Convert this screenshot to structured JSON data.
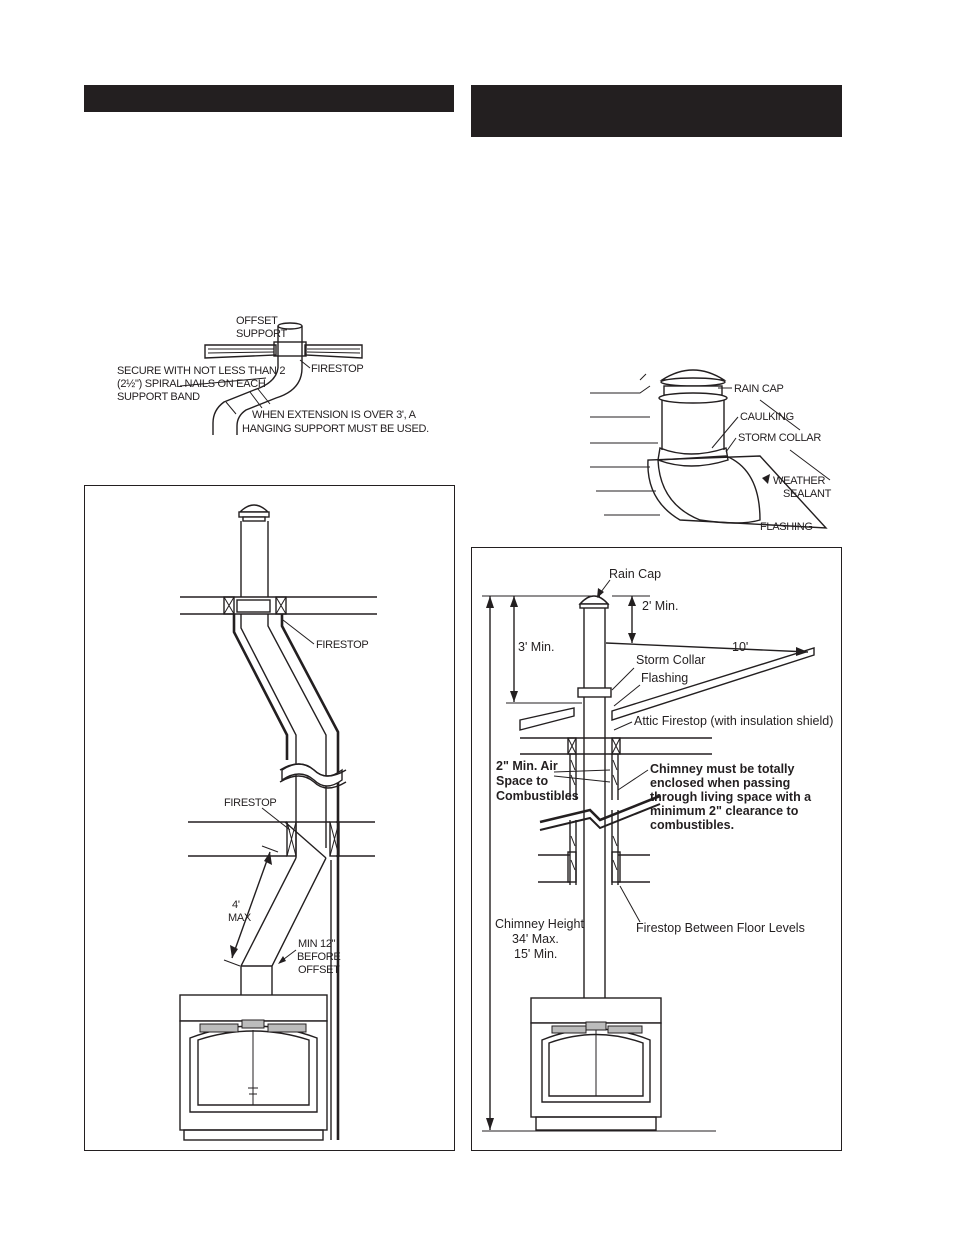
{
  "header_bars": {
    "left": "",
    "right": ""
  },
  "offset_detail": {
    "offset_support": [
      "OFFSET",
      "SUPPORT"
    ],
    "secure_note": [
      "SECURE WITH NOT LESS THAN 2",
      "(2½\") SPIRAL NAILS ON EACH",
      "SUPPORT BAND"
    ],
    "firestop": "FIRESTOP",
    "extension_note": [
      "WHEN EXTENSION IS OVER 3', A",
      "HANGING SUPPORT MUST BE USED."
    ]
  },
  "offset_install": {
    "firestop_top": "FIRESTOP",
    "firestop_mid": "FIRESTOP",
    "max_label": [
      "4'",
      "MAX"
    ],
    "min_label": [
      "MIN 12\"",
      "BEFORE",
      "OFFSET"
    ]
  },
  "cap_detail": {
    "rain_cap": "RAIN CAP",
    "caulking": "CAULKING",
    "storm_collar": "STORM COLLAR",
    "weather_sealant": [
      "WEATHER",
      "SEALANT"
    ],
    "flashing": "FLASHING"
  },
  "vertical_install": {
    "rain_cap": "Rain Cap",
    "two_min": "2' Min.",
    "three_min": "3' Min.",
    "ten_ft": "10'",
    "storm_collar": "Storm Collar",
    "flashing": "Flashing",
    "attic_firestop": "Attic Firestop (with insulation shield)",
    "air_space": [
      "2\" Min. Air",
      "Space to",
      "Combustibles"
    ],
    "enclosed_note": [
      "Chimney must be totally",
      "enclosed when passing",
      "through living space with a",
      "minimum 2\" clearance to",
      "combustibles."
    ],
    "chimney_height": [
      "Chimney Height",
      "34' Max.",
      "15' Min."
    ],
    "firestop_floors": "Firestop Between Floor Levels"
  }
}
